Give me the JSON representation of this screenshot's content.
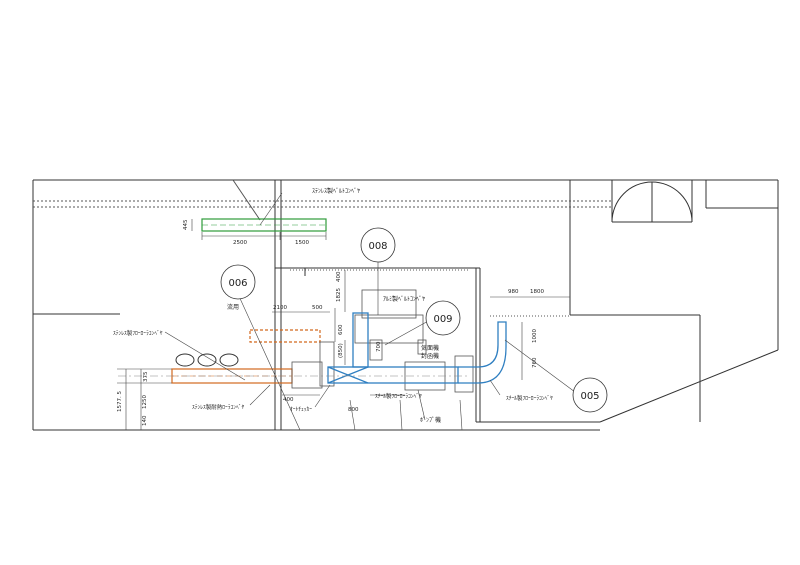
{
  "colors": {
    "line": "#333333",
    "green": "#2e9b3a",
    "orange": "#d2691e",
    "blue": "#2f7fc1",
    "dash": "#888888"
  },
  "labels": {
    "stainless_belt_conveyor": "ｽﾃﾝﾚｽ製ﾍﾞﾙﾄｺﾝﾍﾞﾔ",
    "aluminum_belt_conveyor": "ｱﾙﾐ製ﾍﾞﾙﾄｺﾝﾍﾞﾔ",
    "stainless_flow_conveyor": "ｽﾃﾝﾚｽ製ﾌﾛｰﾛｰﾗｺﾝﾍﾞﾔ",
    "stainless_heat_roller": "ｽﾃﾝﾚｽ製耐熱ﾛｰﾗｺﾝﾍﾞﾔ",
    "steel_flow_conveyor": "ｽﾁｰﾙ製ﾌﾛｰﾛｰﾗｺﾝﾍﾞﾔ",
    "steel_flow_conveyor_right": "ｽﾁｰﾙ製ﾌﾛｰﾛｰﾗｺﾝﾍﾞﾔ",
    "auto_checker": "ｵｰﾄﾁｪｯｶｰ",
    "gas_machine": "気面機",
    "sealer": "封函機",
    "pump": "ﾎﾟﾝﾌﾟ機",
    "flow": "流用"
  },
  "bubbles": {
    "b008": "008",
    "b006": "006",
    "b009": "009",
    "b005": "005"
  },
  "dims": {
    "d445": "445",
    "d2500a": "2500",
    "d1500": "1500",
    "d400a": "400",
    "d2100": "2100",
    "d500": "500",
    "d1825": "1825",
    "d850": "850",
    "d700": "700",
    "d980": "980",
    "d1800": "1800",
    "d1000": "1000",
    "d760": "760",
    "d375": "375",
    "d1577": "1577. 5",
    "d1250": "1250",
    "d140": "140",
    "d400b": "400",
    "d800": "800",
    "d600": "600",
    "d3850": "(850)"
  }
}
